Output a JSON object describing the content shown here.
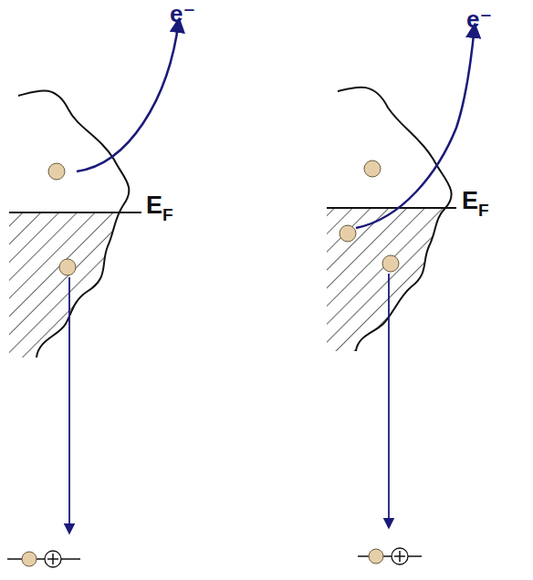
{
  "diagram": {
    "labels": [
      "e⁻",
      "E",
      "F",
      "e⁻",
      "E",
      "F"
    ]
  }
}
